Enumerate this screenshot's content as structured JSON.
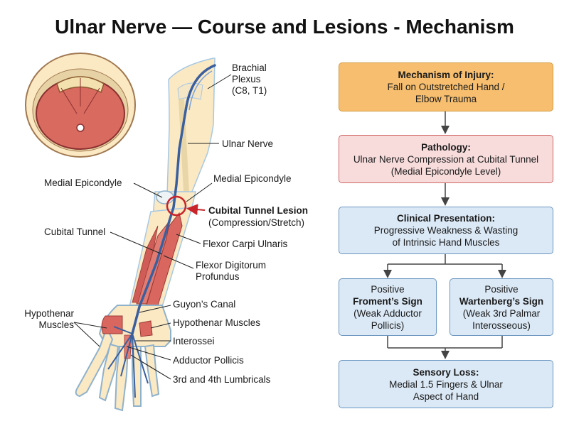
{
  "title": "Ulnar Nerve — Course and Lesions - Mechanism",
  "labels": {
    "brachial_plexus": [
      "Brachial",
      "Plexus",
      "(C8, T1)"
    ],
    "ulnar_nerve": "Ulnar Nerve",
    "medial_epicondyle_left": "Medial Epicondyle",
    "medial_epicondyle_right": "Medial Epicondyle",
    "cubital_lesion_title": "Cubital Tunnel Lesion",
    "cubital_lesion_sub": "(Compression/Stretch)",
    "cubital_tunnel": "Cubital Tunnel",
    "flexor_carpi_ulnaris": "Flexor Carpi Ulnaris",
    "flexor_digitorum": [
      "Flexor Digitorum",
      "Profundus"
    ],
    "hypothenar_left": [
      "Hypothenar",
      "Muscles"
    ],
    "guyons_canal": "Guyon’s Canal",
    "hypothenar_right": "Hypothenar Muscles",
    "interossei": "Interossei",
    "adductor_pollicis": "Adductor Pollicis",
    "lumbricals": "3rd and 4th Lumbricals"
  },
  "flow": {
    "mechanism": {
      "title": "Mechanism of Injury:",
      "lines": [
        "Fall on Outstretched Hand /",
        "Elbow Trauma"
      ]
    },
    "pathology": {
      "title": "Pathology:",
      "lines": [
        "Ulnar Nerve Compression at Cubital Tunnel",
        "(Medial Epicondyle Level)"
      ]
    },
    "clinical": {
      "title": "Clinical Presentation:",
      "lines": [
        "Progressive Weakness & Wasting",
        "of Intrinsic Hand Muscles"
      ]
    },
    "froment": {
      "pre": "Positive",
      "title": "Froment’s Sign",
      "lines": [
        "(Weak Adductor",
        "Pollicis)"
      ]
    },
    "wartenberg": {
      "pre": "Positive",
      "title": "Wartenberg’s Sign",
      "lines": [
        "(Weak 3rd Palmar",
        "Interosseous)"
      ]
    },
    "sensory": {
      "title": "Sensory Loss:",
      "lines": [
        "Medial 1.5 Fingers & Ulnar",
        "Aspect of Hand"
      ]
    }
  },
  "colors": {
    "orange_box": "#f6be6e",
    "red_box": "#f8dcdc",
    "blue_box": "#dbe9f6",
    "nerve": "#3a5f9e",
    "muscle": "#d9665f",
    "skin": "#fbe9c4",
    "lesion": "#c8242a"
  }
}
